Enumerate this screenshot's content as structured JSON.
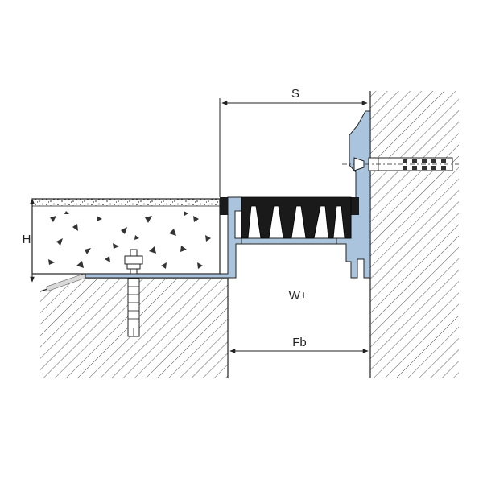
{
  "labels": {
    "s": "S",
    "h": "H",
    "w": "W±",
    "fb": "Fb"
  },
  "colors": {
    "profile": "#a9c4dc",
    "seal": "#1a1a1a",
    "line": "#222222",
    "concrete_fill": "#ffffff"
  }
}
